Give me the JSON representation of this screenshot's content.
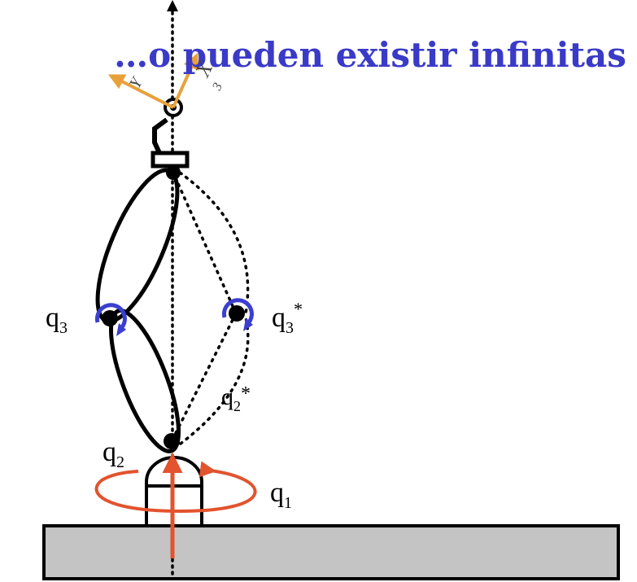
{
  "title": "…o pueden existir infinitas",
  "labels": {
    "q1": {
      "base": "q",
      "sub": "1",
      "sup": ""
    },
    "q2": {
      "base": "q",
      "sub": "2",
      "sup": ""
    },
    "q3": {
      "base": "q",
      "sub": "3",
      "sup": ""
    },
    "q3_alt": {
      "base": "q",
      "sub": "3",
      "sup": "*"
    },
    "q2_alt": {
      "base": "q",
      "sub": "2",
      "sup": "*"
    }
  },
  "axes": {
    "y": "Y",
    "x": "X",
    "frame": "3"
  },
  "colors": {
    "title": "#3a3ac8",
    "joint_arrow": "#3b3fd0",
    "base_rotation": "#e2532e",
    "frame_axes": "#e8a13a",
    "base_fill": "#c4c4c4",
    "line": "#000000"
  },
  "icons": {
    "q2": "rotation-arrow-icon",
    "q3": "rotation-arrow-icon",
    "base": "rotation-arrow-icon"
  }
}
